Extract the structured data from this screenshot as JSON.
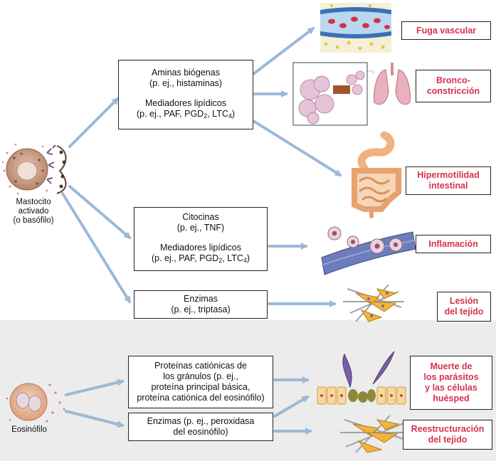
{
  "cells": {
    "mast": "Mastocito\nactivado\n(o basófilo)",
    "eos": "Eosinófilo"
  },
  "boxes": {
    "b1": {
      "l1": "Aminas biógenas",
      "l2": "(p. ej., histaminas)",
      "l3": "Mediadores lipídicos",
      "l4a": "(p. ej., PAF, PGD",
      "l4b": "2",
      "l4c": ", LTC",
      "l4d": "4",
      "l4e": ")"
    },
    "b2": {
      "l1": "Citocinas",
      "l2": "(p. ej., TNF)",
      "l3": "Mediadores lipídicos",
      "l4a": "(p. ej., PAF, PGD",
      "l4b": "2",
      "l4c": ", LTC",
      "l4d": "4",
      "l4e": ")"
    },
    "b3": {
      "l1": "Enzimas",
      "l2": "(p. ej., triptasa)"
    },
    "b4": {
      "l1": "Proteínas catiónicas de",
      "l2": "los gránulos (p. ej.,",
      "l3": "proteína principal básica,",
      "l4": "proteína catiónica del eosinófilo)"
    },
    "b5": {
      "l1": "Enzimas (p. ej., peroxidasa",
      "l2": "del eosinófilo)"
    }
  },
  "outcomes": {
    "o1": "Fuga vascular",
    "o2": "Bronco-\nconstricción",
    "o3": "Hipermotilidad\nintestinal",
    "o4": "Inflamación",
    "o5": "Lesión\ndel tejido",
    "o6": "Muerte de\nlos parásitos\ny las células\nhuésped",
    "o7": "Reestructuración\ndel tejido"
  },
  "colors": {
    "arrow": "#9bb9d8",
    "outcome_text": "#d6314f",
    "mast_cell": "#c9a18a",
    "eos_cell": "#e9b89a",
    "bottom_panel": "#ececec"
  }
}
